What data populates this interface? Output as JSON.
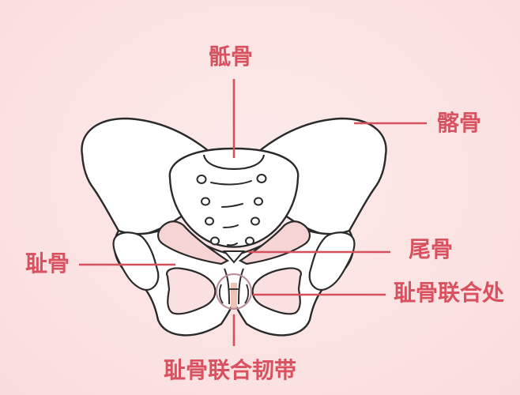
{
  "diagram": {
    "subject": "pelvis-anatomy",
    "colors": {
      "background": "#fce4e4",
      "label": "#d9515e",
      "leader_line": "#d6505c",
      "bone_fill": "#ffffff",
      "bone_outline": "#2a2a2a",
      "inner_shade": "#f8d7d7",
      "ligament": "#eec2b4"
    },
    "labels": {
      "sacrum": "骶骨",
      "ilium": "髂骨",
      "pubis": "耻骨",
      "coccyx": "尾骨",
      "pubic_symphysis": "耻骨联合处",
      "pubic_symphysis_ligament": "耻骨联合韧带"
    }
  }
}
